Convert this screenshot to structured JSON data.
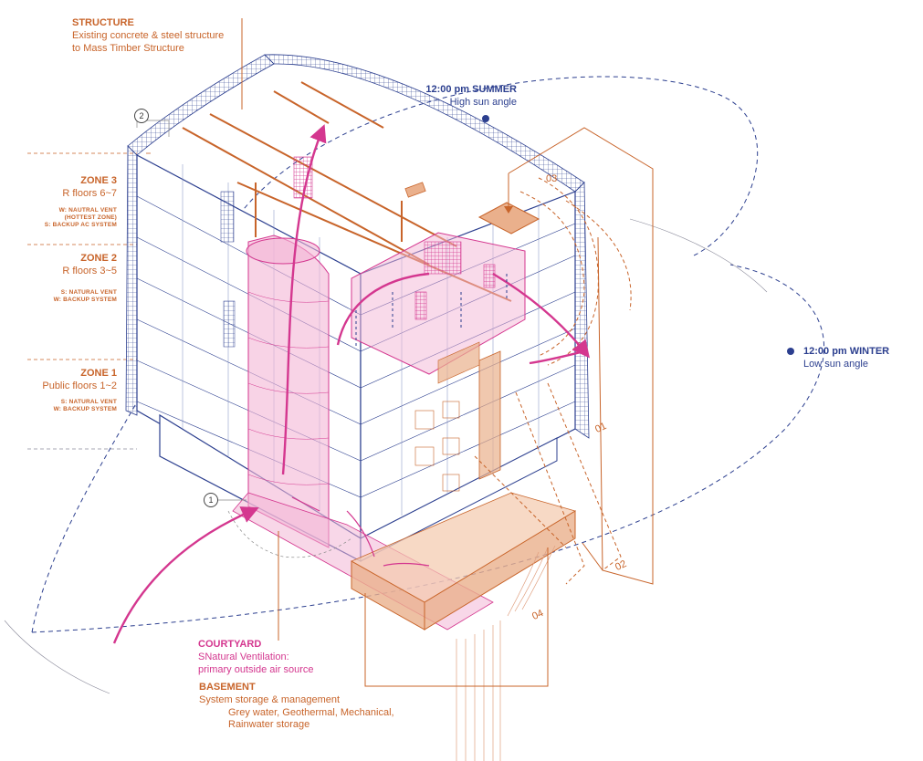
{
  "colors": {
    "orange": "#c8642a",
    "blue": "#2c3f8f",
    "pink": "#d4378f",
    "pink_fill": "#f3b6d6",
    "orange_fill": "#eab08c",
    "grey": "#8a8a9a"
  },
  "labels": {
    "structure": {
      "title": "STRUCTURE",
      "line1": "Existing concrete & steel structure",
      "line2": "to Mass Timber Structure"
    },
    "summer": {
      "title": "12:00 pm SUMMER",
      "sub": "High sun angle"
    },
    "winter": {
      "title": "12:00 pm WINTER",
      "sub": "Low sun angle"
    },
    "zone3": {
      "title": "ZONE 3",
      "sub": "R floors 6~7",
      "note1": "W: NAUTRAL VENT",
      "note2": "(HOTTEST ZONE)",
      "note3": "S: BACKUP AC SYSTEM"
    },
    "zone2": {
      "title": "ZONE 2",
      "sub": "R floors 3~5",
      "note1": "S: NATURAL VENT",
      "note2": "W: BACKUP SYSTEM"
    },
    "zone1": {
      "title": "ZONE 1",
      "sub": "Public floors 1~2",
      "note1": "S: NATURAL VENT",
      "note2": "W: BACKUP SYSTEM"
    },
    "courtyard": {
      "title": "COURTYARD",
      "line1": "SNatural Ventilation:",
      "line2": "primary outside air source"
    },
    "basement": {
      "title": "BASEMENT",
      "line1": "System storage & management",
      "line2": "Grey water, Geothermal, Mechanical,",
      "line3": "Rainwater storage"
    }
  },
  "markers": {
    "m01": "01",
    "m02": "02",
    "m03": "03",
    "m04": "04",
    "c1": "1",
    "c2": "2"
  }
}
